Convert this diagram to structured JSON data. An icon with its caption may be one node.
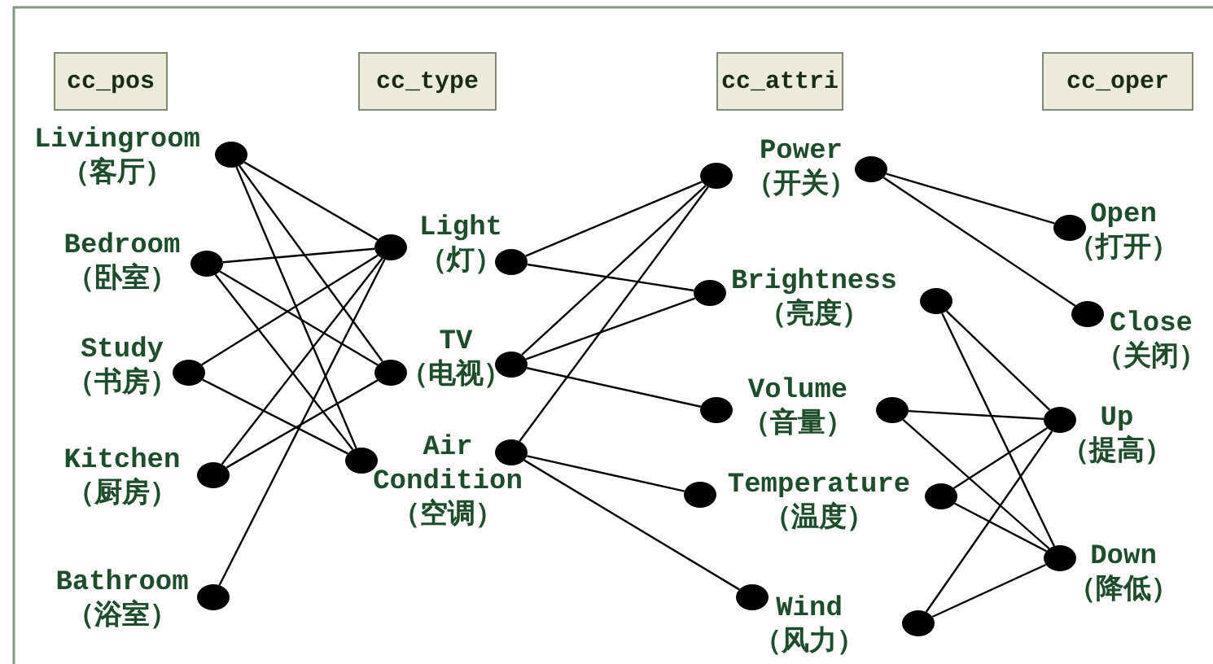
{
  "diagram": {
    "nodes": [
      {
        "text": [
          "cc_pos"
        ]
      },
      {
        "text": [
          "cc_type"
        ]
      },
      {
        "text": [
          "cc_attri"
        ]
      },
      {
        "text": [
          "cc_oper"
        ]
      },
      {
        "text": [],
        "shape": "circle",
        "beside": [
          "Livingroom （客厅）"
        ]
      },
      {
        "text": [],
        "shape": "circle",
        "beside": [
          "Bedroom （卧室）"
        ]
      },
      {
        "text": [],
        "shape": "circle",
        "beside": [
          "Study （书房）"
        ]
      },
      {
        "text": [],
        "shape": "circle",
        "beside": [
          "Kitchen （厨房）"
        ]
      },
      {
        "text": [],
        "shape": "circle",
        "beside": [
          "Bathroom （浴室）"
        ]
      },
      {
        "text": [],
        "shape": "circle",
        "beside": [
          "Light （灯）"
        ]
      },
      {
        "text": [],
        "shape": "circle"
      },
      {
        "text": [],
        "shape": "circle",
        "beside": [
          "TV （电视）"
        ]
      },
      {
        "text": [],
        "shape": "circle"
      },
      {
        "text": [],
        "shape": "circle",
        "beside": [
          "Air Condition （空调）"
        ]
      },
      {
        "text": [],
        "shape": "circle"
      },
      {
        "text": [],
        "shape": "circle",
        "beside": [
          "Power （开关）"
        ]
      },
      {
        "text": [],
        "shape": "circle"
      },
      {
        "text": [],
        "shape": "circle",
        "beside": [
          "Brightness （亮度）"
        ]
      },
      {
        "text": [],
        "shape": "circle"
      },
      {
        "text": [],
        "shape": "circle",
        "beside": [
          "Volume （音量）"
        ]
      },
      {
        "text": [],
        "shape": "circle"
      },
      {
        "text": [],
        "shape": "circle",
        "beside": [
          "Temperature （温度）"
        ]
      },
      {
        "text": [],
        "shape": "circle"
      },
      {
        "text": [],
        "shape": "circle",
        "beside": [
          "Wind （风力）"
        ]
      },
      {
        "text": [],
        "shape": "circle"
      },
      {
        "text": [],
        "shape": "circle",
        "beside": [
          "Open （打开）"
        ]
      },
      {
        "text": [],
        "shape": "circle",
        "beside": [
          "Close （关闭）"
        ]
      },
      {
        "text": [],
        "shape": "circle",
        "beside": [
          "Up （提高）"
        ]
      },
      {
        "text": [],
        "shape": "circle",
        "beside": [
          "Down （降低）"
        ]
      }
    ],
    "edges": [
      {
        "from": 4,
        "to": 9,
        "arrow": "none"
      },
      {
        "from": 4,
        "to": 11,
        "arrow": "none"
      },
      {
        "from": 4,
        "to": 13,
        "arrow": "none"
      },
      {
        "from": 5,
        "to": 9,
        "arrow": "none"
      },
      {
        "from": 5,
        "to": 11,
        "arrow": "none"
      },
      {
        "from": 5,
        "to": 13,
        "arrow": "none"
      },
      {
        "from": 6,
        "to": 9,
        "arrow": "none"
      },
      {
        "from": 6,
        "to": 13,
        "arrow": "none"
      },
      {
        "from": 7,
        "to": 9,
        "arrow": "none"
      },
      {
        "from": 7,
        "to": 11,
        "arrow": "none"
      },
      {
        "from": 8,
        "to": 9,
        "arrow": "none"
      },
      {
        "from": 10,
        "to": 15,
        "arrow": "none"
      },
      {
        "from": 10,
        "to": 17,
        "arrow": "none"
      },
      {
        "from": 12,
        "to": 15,
        "arrow": "none"
      },
      {
        "from": 12,
        "to": 17,
        "arrow": "none"
      },
      {
        "from": 12,
        "to": 19,
        "arrow": "none"
      },
      {
        "from": 14,
        "to": 15,
        "arrow": "none"
      },
      {
        "from": 14,
        "to": 21,
        "arrow": "none"
      },
      {
        "from": 14,
        "to": 23,
        "arrow": "none"
      },
      {
        "from": 16,
        "to": 25,
        "arrow": "none"
      },
      {
        "from": 16,
        "to": 26,
        "arrow": "none"
      },
      {
        "from": 18,
        "to": 27,
        "arrow": "none"
      },
      {
        "from": 18,
        "to": 28,
        "arrow": "none"
      },
      {
        "from": 20,
        "to": 27,
        "arrow": "none"
      },
      {
        "from": 20,
        "to": 28,
        "arrow": "none"
      },
      {
        "from": 22,
        "to": 27,
        "arrow": "none"
      },
      {
        "from": 22,
        "to": 28,
        "arrow": "none"
      },
      {
        "from": 24,
        "to": 27,
        "arrow": "none"
      },
      {
        "from": 24,
        "to": 28,
        "arrow": "none"
      }
    ]
  }
}
